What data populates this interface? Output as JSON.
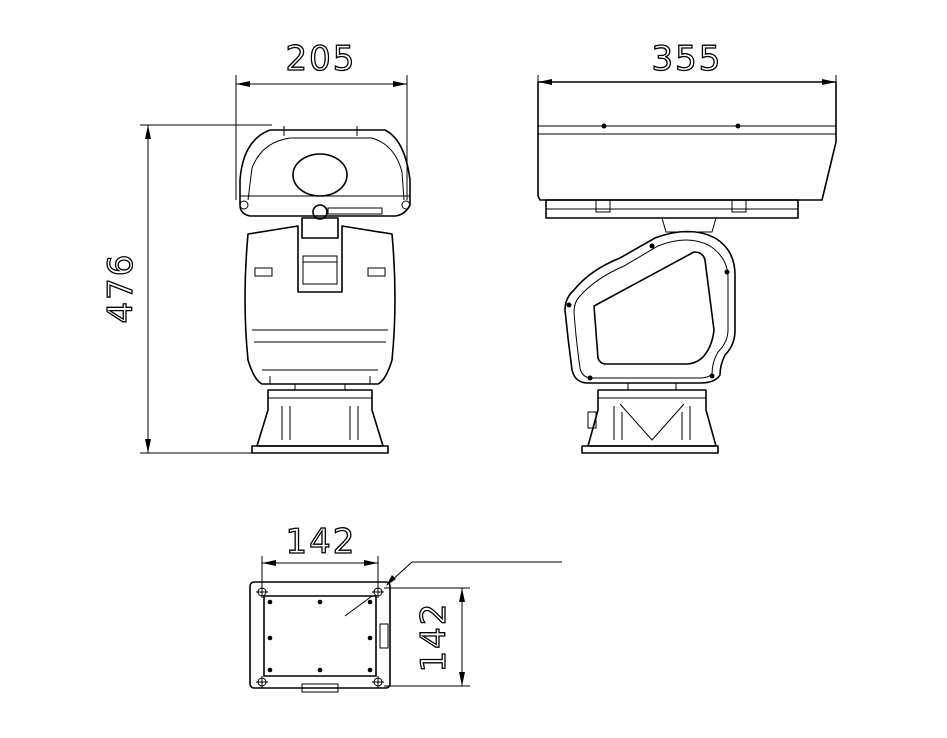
{
  "dimensions": {
    "front_width": "205",
    "side_width": "355",
    "height": "476",
    "base_width": "142",
    "base_depth": "142"
  },
  "colors": {
    "line": "#000000",
    "background": "#ffffff"
  }
}
